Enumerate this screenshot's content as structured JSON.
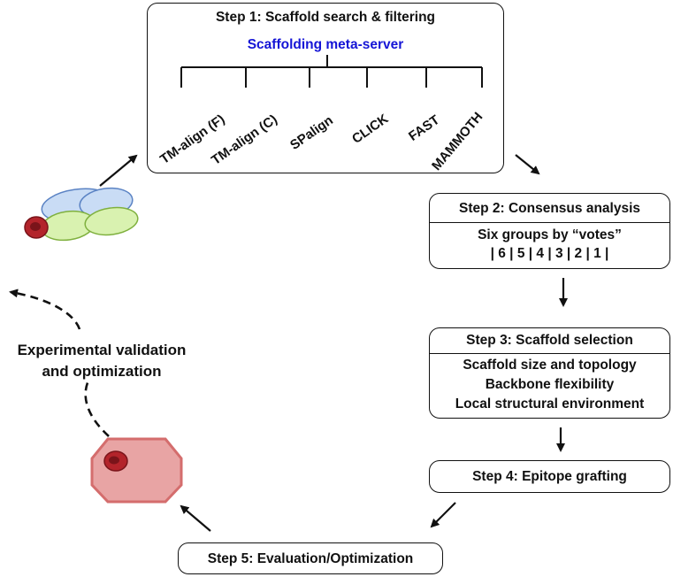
{
  "step1": {
    "title": "Step 1: Scaffold search & filtering",
    "subtitle": "Scaffolding meta-server",
    "tools": [
      "TM-align (F)",
      "TM-align (C)",
      "SPalign",
      "CLICK",
      "FAST",
      "MAMMOTH"
    ]
  },
  "step2": {
    "title": "Step 2: Consensus analysis",
    "line1": "Six groups by “votes”",
    "line2": "| 6 | 5 | 4 | 3 | 2 | 1 |"
  },
  "step3": {
    "title": "Step 3: Scaffold selection",
    "lines": [
      "Scaffold size and topology",
      "Backbone flexibility",
      "Local structural environment"
    ]
  },
  "step4": {
    "title": "Step 4: Epitope grafting"
  },
  "step5": {
    "title": "Step 5: Evaluation/Optimization"
  },
  "validation": {
    "line1": "Experimental validation",
    "line2": "and optimization"
  },
  "colors": {
    "meta_server_text": "#1515d6",
    "antibody_heavy": "#c9dcf5",
    "antibody_light": "#d9f2b0",
    "epitope": "#b3242b",
    "scaffold_fill": "#e8a4a4",
    "scaffold_border": "#d46d6d"
  },
  "icons": [
    "antibody-icon",
    "designed-scaffold-icon"
  ]
}
